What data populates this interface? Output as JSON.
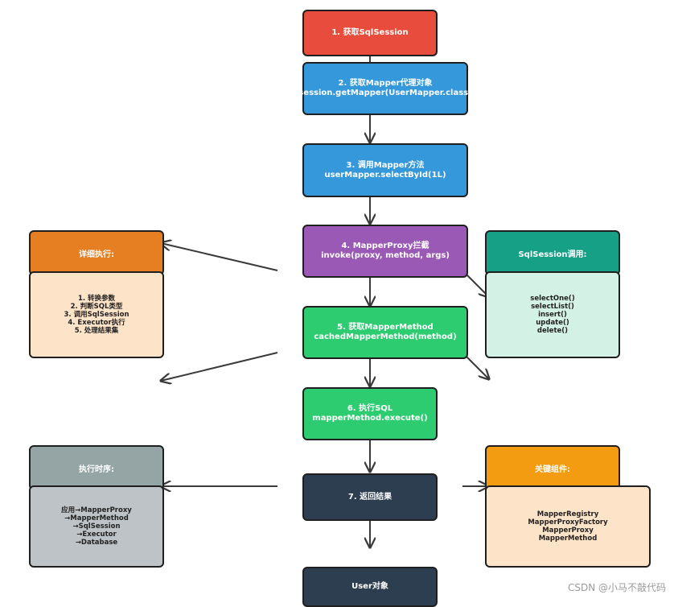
{
  "flow": {
    "step1": {
      "line1": "1. 获取SqlSession",
      "color": "#e74c3c"
    },
    "step2": {
      "line1": "2. 获取Mapper代理对象",
      "line2": "session.getMapper(UserMapper.class)",
      "color": "#3498db"
    },
    "step3": {
      "line1": "3. 调用Mapper方法",
      "line2": "userMapper.selectById(1L)",
      "color": "#3498db"
    },
    "step4": {
      "line1": "4. MapperProxy拦截",
      "line2": "invoke(proxy, method, args)",
      "color": "#9b59b6"
    },
    "step5": {
      "line1": "5. 获取MapperMethod",
      "line2": "cachedMapperMethod(method)",
      "color": "#2ecc71"
    },
    "step6": {
      "line1": "6. 执行SQL",
      "line2": "mapperMethod.execute()",
      "color": "#2ecc71"
    },
    "step7": {
      "line1": "7. 返回结果",
      "color": "#2c3e50"
    },
    "result": {
      "line1": "User对象",
      "color": "#2c3e50"
    }
  },
  "panels": {
    "detail": {
      "title": "详细执行:",
      "head_color": "#e67e22",
      "body_color": "#fde3c8",
      "items": [
        "1. 转换参数",
        "2. 判断SQL类型",
        "3. 调用SqlSession",
        "4. Executor执行",
        "5. 处理结果集"
      ]
    },
    "sqlsession": {
      "title": "SqlSession调用:",
      "head_color": "#16a085",
      "body_color": "#d4f1e6",
      "items": [
        "selectOne()",
        "selectList()",
        "insert()",
        "update()",
        "delete()"
      ]
    },
    "sequence": {
      "title": "执行时序:",
      "head_color": "#95a5a6",
      "body_color": "#bdc3c7",
      "items": [
        "应用→MapperProxy",
        "→MapperMethod",
        "→SqlSession",
        "→Executor",
        "→Database"
      ]
    },
    "components": {
      "title": "关键组件:",
      "head_color": "#f39c12",
      "body_color": "#fde3c8",
      "items": [
        "MapperRegistry",
        "MapperProxyFactory",
        "MapperProxy",
        "MapperMethod"
      ]
    }
  },
  "watermark": "CSDN @小马不敲代码"
}
